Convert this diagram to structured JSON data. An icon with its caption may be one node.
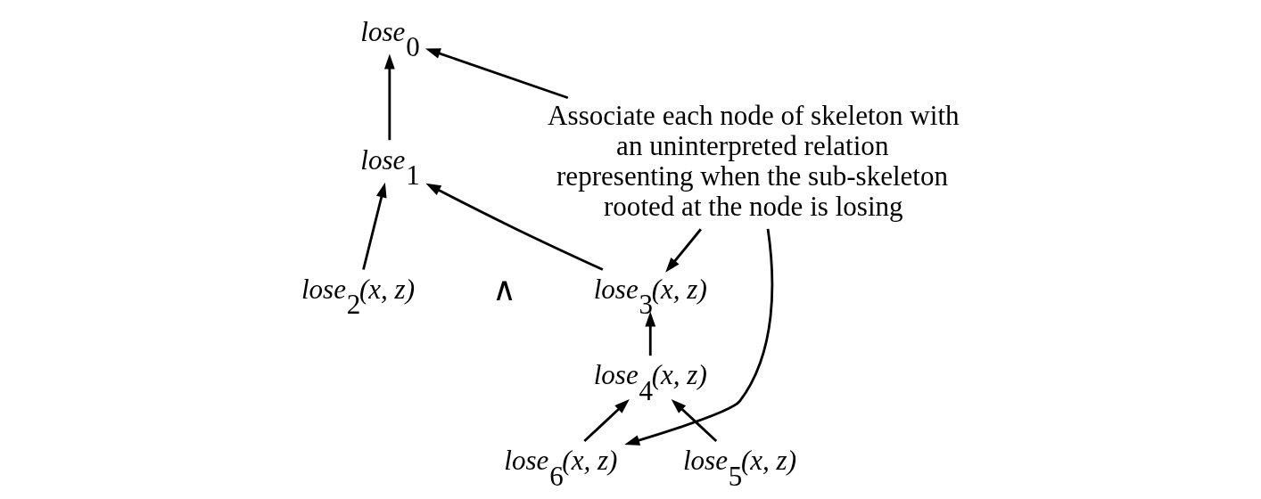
{
  "diagram": {
    "nodes": [
      {
        "text": [
          "lose$_{0}$"
        ]
      },
      {
        "text": [
          "lose$_{1}$"
        ]
      },
      {
        "text": [
          "lose$_{2}$(x, z)"
        ]
      },
      {
        "text": [
          "lose$_{3}$(x, z)"
        ]
      },
      {
        "text": [
          "lose$_{4}$(x, z)"
        ]
      },
      {
        "text": [
          "lose$_{5}$(x, z)"
        ]
      },
      {
        "text": [
          "lose$_{6}$(x, z)"
        ]
      },
      {
        "text": [
          "Associate each node of skeleton with an uninterpreted relation representing when the sub-skeleton rooted at the node is losing"
        ]
      }
    ],
    "edges": [
      {
        "from": 1,
        "to": 0,
        "arrow": "to"
      },
      {
        "from": 2,
        "to": 1,
        "arrow": "to"
      },
      {
        "from": 3,
        "to": 1,
        "arrow": "to"
      },
      {
        "from": 4,
        "to": 3,
        "arrow": "to"
      },
      {
        "from": 5,
        "to": 4,
        "arrow": "to"
      },
      {
        "from": 6,
        "to": 4,
        "arrow": "to"
      },
      {
        "from": 7,
        "to": 0,
        "arrow": "to"
      },
      {
        "from": 7,
        "to": 3,
        "arrow": "to"
      },
      {
        "from": 7,
        "to": 6,
        "arrow": "to"
      }
    ],
    "labels": [
      "∧"
    ]
  }
}
